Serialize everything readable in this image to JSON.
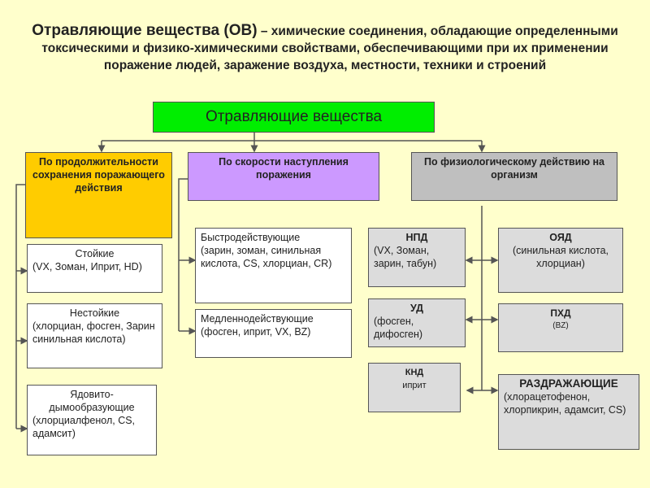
{
  "title": {
    "term": "Отравляющие вещества (ОВ)",
    "definition": "– химические соединения, обладающие определенными токсическими и физико-химическими свойствами, обеспечивающими при их  применении поражение людей, заражение воздуха, местности, техники и строений"
  },
  "root": "Отравляющие вещества",
  "categories": {
    "duration": {
      "label": "По продолжительности сохранения поражающего действия",
      "items": [
        {
          "name": "Стойкие",
          "examples": "(VX, Зоман, Иприт, HD)"
        },
        {
          "name": "Нестойкие",
          "examples": "(хлорциан, фосген, Зарин синильная кислота)"
        },
        {
          "name": "Ядовито-дымообразующие",
          "examples": "(хлорциалфенол, CS, адамсит)"
        }
      ]
    },
    "speed": {
      "label": "По скорости наступления поражения",
      "items": [
        {
          "name": "Быстродействующие",
          "examples": "(зарин, зоман, синильная кислота, CS, хлорциан, CR)"
        },
        {
          "name": "Медленнодействующие",
          "examples": "(фосген, иприт, VX, BZ)"
        }
      ]
    },
    "physiological": {
      "label": "По физиологическому действию на организм",
      "items": [
        {
          "name": "НПД",
          "examples": "(VX, Зоман, зарин, табун)"
        },
        {
          "name": "ОЯД",
          "examples": "(синильная кислота, хлорциан)"
        },
        {
          "name": "УД",
          "examples": "(фосген, дифосген)"
        },
        {
          "name": "ПХД",
          "examples": "(BZ)"
        },
        {
          "name": "КНД",
          "examples": "иприт"
        },
        {
          "name": "РАЗДРАЖАЮЩИЕ",
          "examples": "(хлорацетофенон, хлорпикрин, адамсит, CS)"
        }
      ]
    }
  },
  "colors": {
    "background": "#ffffcc",
    "root": "#00ee00",
    "duration": "#ffcc00",
    "speed": "#cc99ff",
    "physiological": "#bfbfbf"
  }
}
